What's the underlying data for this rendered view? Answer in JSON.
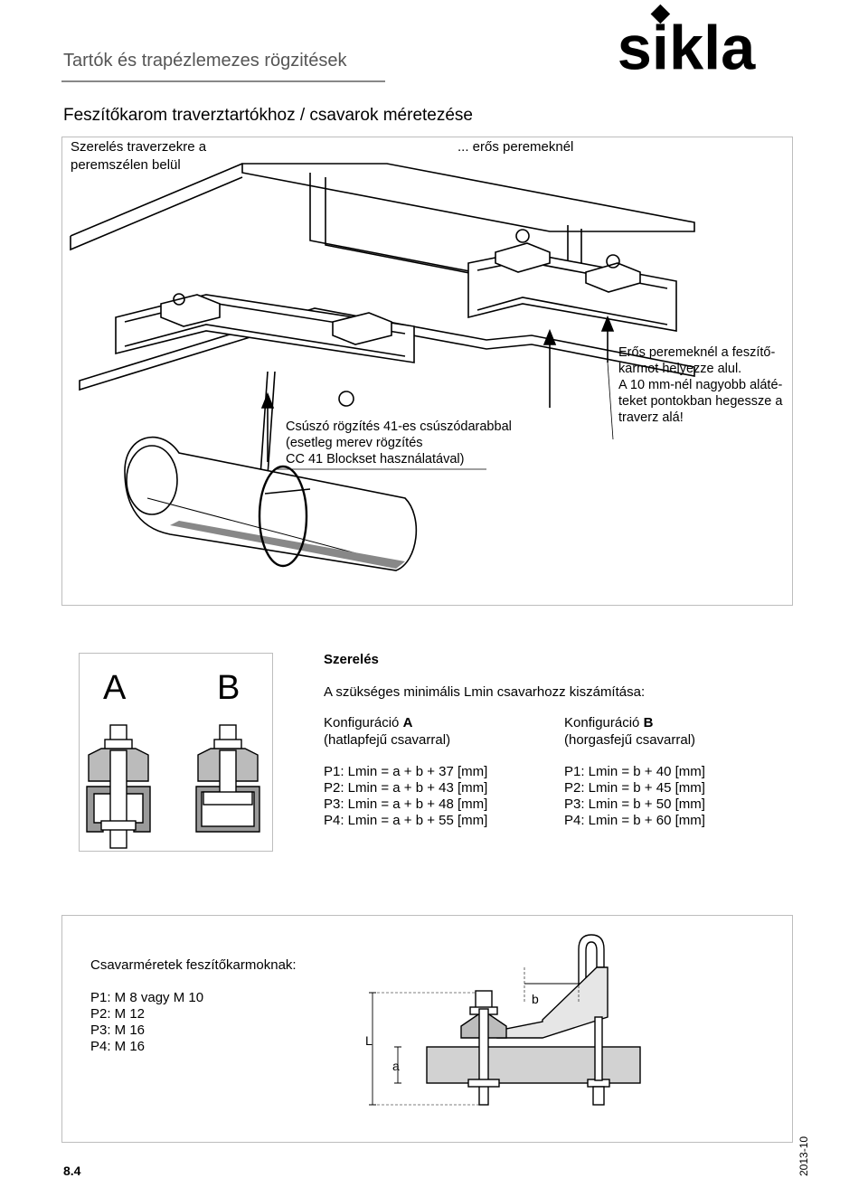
{
  "header": {
    "title": "Tartók és trapézlemezes rögzitések",
    "logo": "sikla"
  },
  "section_title": "Feszítőkarom traverztartókhoz / csavarok méretezése",
  "panel1": {
    "left_caption": "Szerelés traverzekre a\nperemszélen belül",
    "right_caption": "... erős peremeknél",
    "callout_left": "Csúszó rögzítés 41-es csúszódarabbal\n(esetleg merev rögzítés\nCC 41 Blockset használatával)",
    "callout_right": "Erős peremeknél a feszítő-\nkarmot helyezze alul.\nA 10 mm-nél nagyobb aláté-\nteket pontokban hegessze a\ntraverz alá!"
  },
  "panel2": {
    "letter_a": "A",
    "letter_b": "B",
    "heading": "Szerelés",
    "intro": "A szükséges minimális Lmin csavarhozz kiszámítása:",
    "config_a": {
      "title_prefix": "Konfiguráció ",
      "title_letter": "A",
      "subtitle": "(hatlapfejű csavarral)",
      "lines": [
        "P1: Lmin = a + b + 37 [mm]",
        "P2: Lmin = a + b + 43 [mm]",
        "P3: Lmin = a + b + 48 [mm]",
        "P4: Lmin = a + b + 55 [mm]"
      ]
    },
    "config_b": {
      "title_prefix": "Konfiguráció ",
      "title_letter": "B",
      "subtitle": "(horgasfejű csavarral)",
      "lines": [
        "P1: Lmin = b + 40 [mm]",
        "P2: Lmin = b + 45 [mm]",
        "P3: Lmin = b + 50 [mm]",
        "P4: Lmin = b + 60 [mm]"
      ]
    }
  },
  "panel3": {
    "heading": "Csavarméretek feszítőkarmoknak:",
    "lines": [
      "P1: M 8 vagy M 10",
      "P2: M 12",
      "P3: M 16",
      "P4: M 16"
    ],
    "dim_l": "L",
    "dim_a": "a",
    "dim_b": "b"
  },
  "footer": {
    "page": "8.4",
    "date": "2013-10"
  }
}
